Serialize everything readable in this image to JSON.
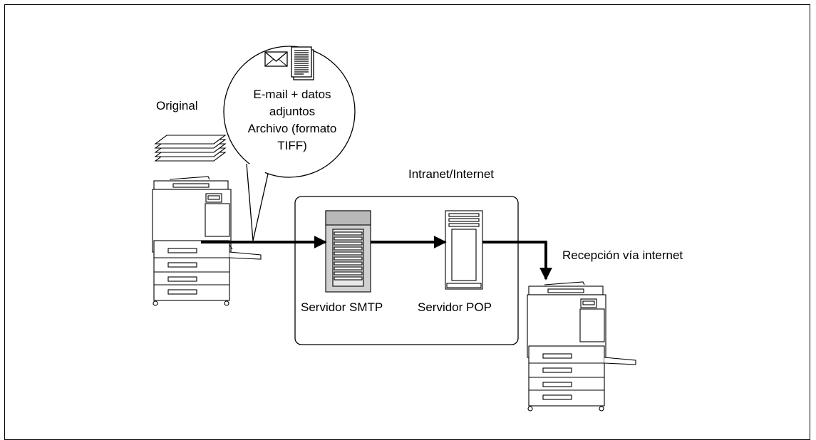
{
  "labels": {
    "original": "Original",
    "bubble_line1": "E-mail + datos",
    "bubble_line2": "adjuntos",
    "bubble_line3": "Archivo (formato",
    "bubble_line4": "TIFF)",
    "network": "Intranet/Internet",
    "smtp": "Servidor SMTP",
    "pop": "Servidor POP",
    "reception": "Recepción vía internet"
  },
  "icons": {
    "source_device": "mfp-printer-icon",
    "target_device": "mfp-printer-icon",
    "documents": "paper-stack-icon",
    "mail": "envelope-icon",
    "attachment": "document-icon",
    "smtp_server": "server-tower-icon",
    "pop_server": "server-tower-icon"
  }
}
